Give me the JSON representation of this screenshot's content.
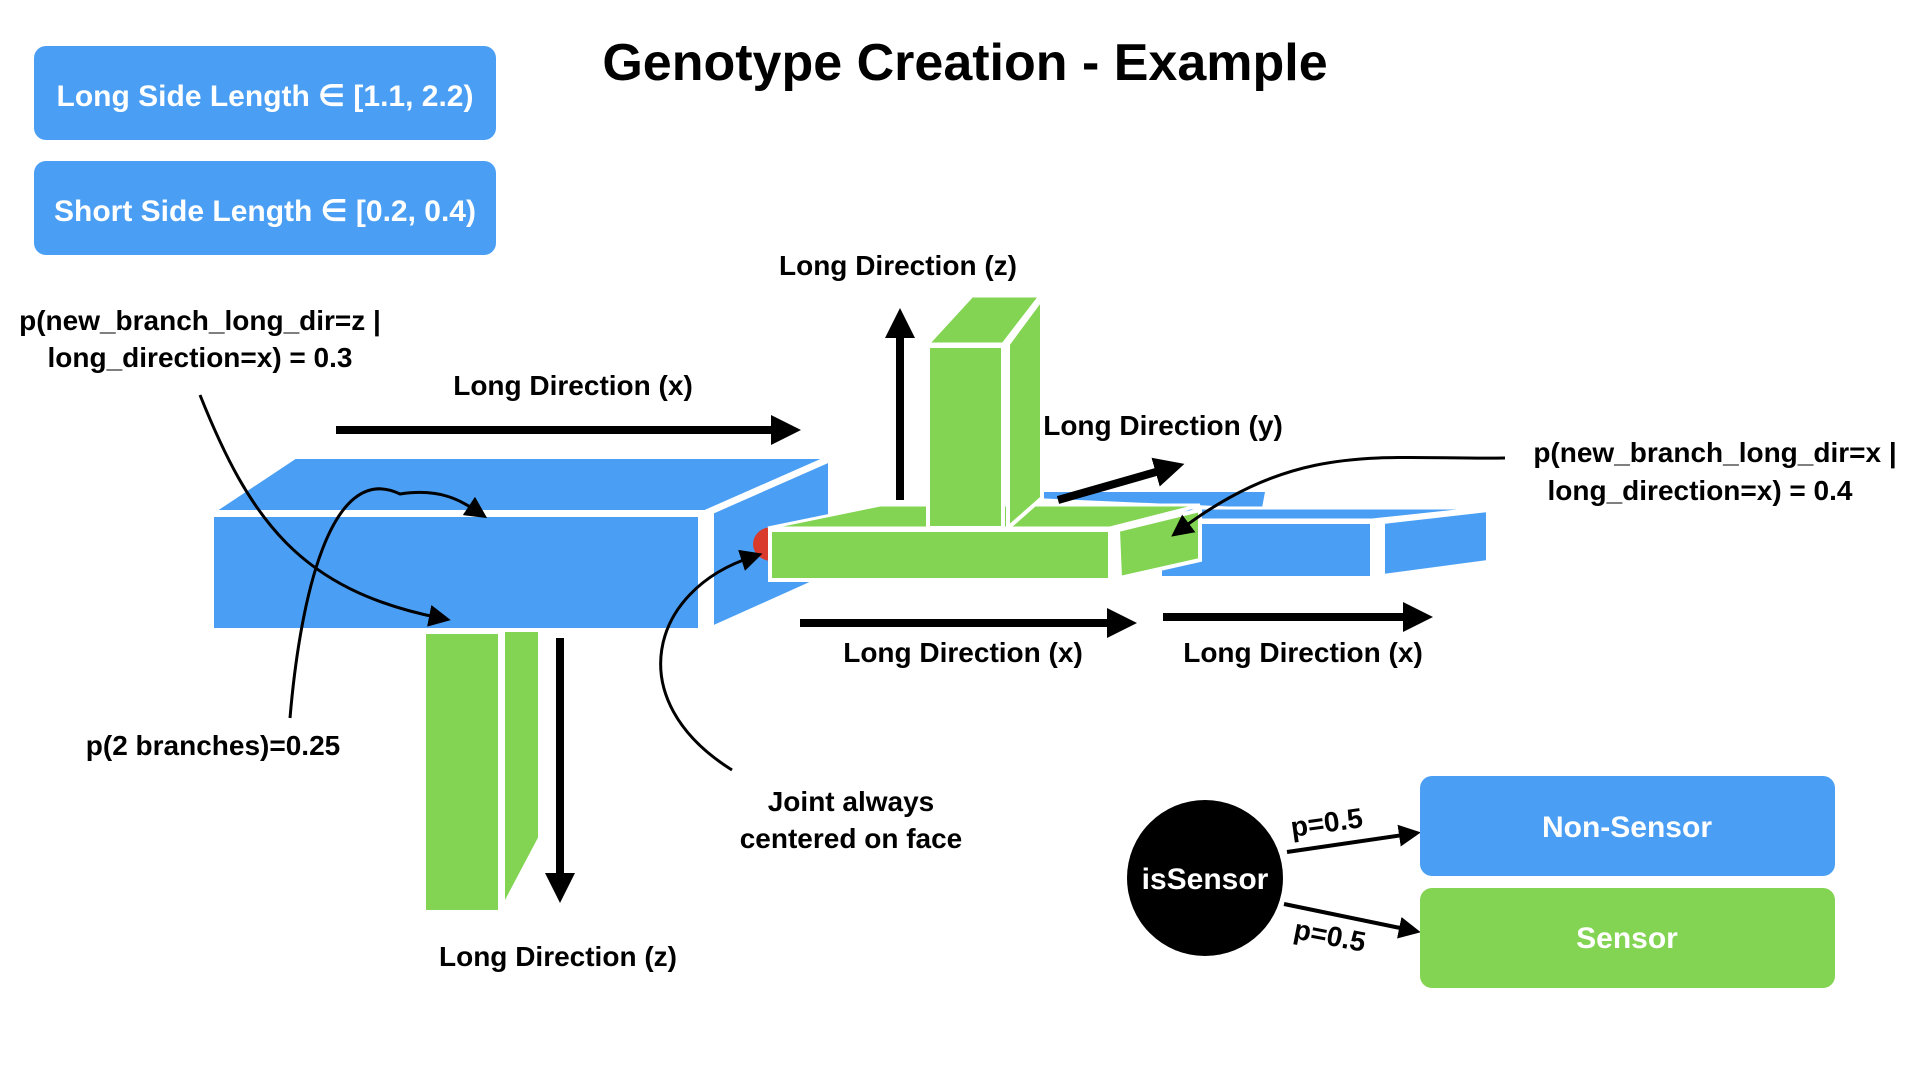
{
  "title": "Genotype Creation - Example",
  "legend_boxes": {
    "long_side": "Long Side Length ∈ [1.1, 2.2)",
    "short_side": "Short Side Length ∈ [0.2, 0.4)"
  },
  "labels": {
    "long_dir_z_top": "Long Direction (z)",
    "long_dir_x_left": "Long Direction (x)",
    "long_dir_y": "Long Direction (y)",
    "long_dir_x_mid": "Long Direction (x)",
    "long_dir_x_right": "Long Direction (x)",
    "long_dir_z_bottom": "Long Direction (z)",
    "p_branch_z_line1": "p(new_branch_long_dir=z |",
    "p_branch_z_line2": "long_direction=x) = 0.3",
    "p_branch_x_line1": "p(new_branch_long_dir=x |",
    "p_branch_x_line2": "long_direction=x) = 0.4",
    "p_two_branches": "p(2 branches)=0.25",
    "joint_line1": "Joint always",
    "joint_line2": "centered on face"
  },
  "sensor_tree": {
    "root": "isSensor",
    "edge_top": "p=0.5",
    "edge_bottom": "p=0.5",
    "non_sensor": "Non-Sensor",
    "sensor": "Sensor"
  },
  "colors": {
    "blue": "#4A9FF5",
    "green": "#82D452",
    "joint": "#D93A2B",
    "black": "#000000"
  }
}
